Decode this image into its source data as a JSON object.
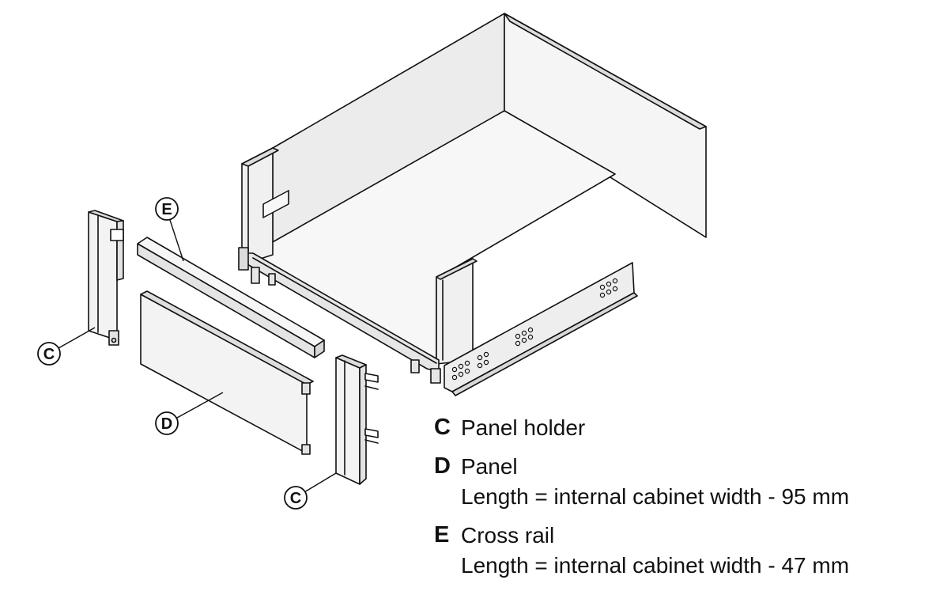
{
  "callouts": {
    "c_left": "C",
    "c_right": "C",
    "d": "D",
    "e": "E"
  },
  "legend": [
    {
      "letter": "C",
      "name": "Panel holder",
      "detail": ""
    },
    {
      "letter": "D",
      "name": "Panel",
      "detail": "Length = internal cabinet width - 95 mm"
    },
    {
      "letter": "E",
      "name": "Cross rail",
      "detail": "Length = internal cabinet width - 47 mm"
    }
  ],
  "colors": {
    "line": "#111111",
    "face_light": "#f7f7f7",
    "face_mid": "#ececec",
    "face_dark": "#dcdcdc"
  }
}
